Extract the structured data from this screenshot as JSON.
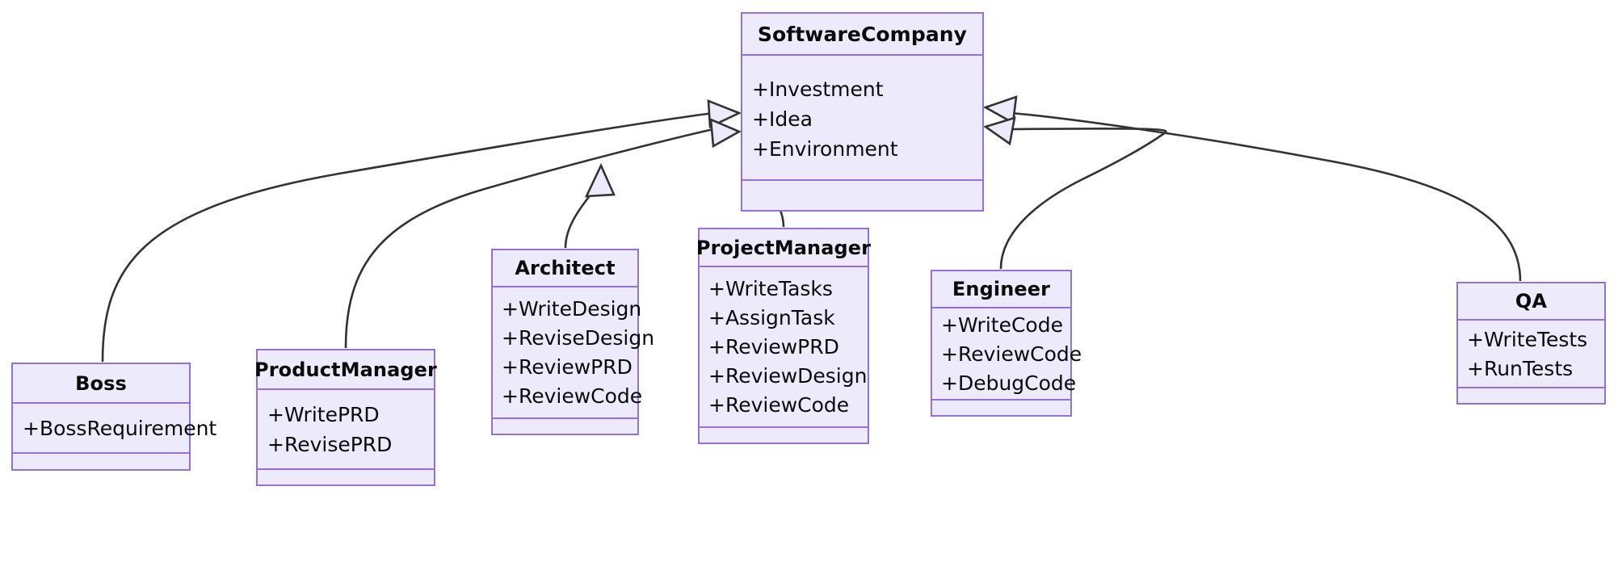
{
  "diagram": {
    "kind": "uml-class-diagram",
    "title": "",
    "colors": {
      "node_fill": "#ECEAFB",
      "node_border": "#9370DB",
      "edge_stroke": "#333333",
      "arrow_fill": "#ECEAFB",
      "text": "#0b0b0b",
      "background": "#ffffff"
    },
    "relationship_type": "generalization",
    "base_class": "SoftwareCompany"
  },
  "classes": {
    "software_company": {
      "name": "SoftwareCompany",
      "attributes": [
        "+Investment",
        "+Idea",
        "+Environment"
      ],
      "methods": []
    },
    "boss": {
      "name": "Boss",
      "attributes": [
        "+BossRequirement"
      ],
      "methods": []
    },
    "product_manager": {
      "name": "ProductManager",
      "attributes": [
        "+WritePRD",
        "+RevisePRD"
      ],
      "methods": []
    },
    "architect": {
      "name": "Architect",
      "attributes": [
        "+WriteDesign",
        "+ReviseDesign",
        "+ReviewPRD",
        "+ReviewCode"
      ],
      "methods": []
    },
    "project_manager": {
      "name": "ProjectManager",
      "attributes": [
        "+WriteTasks",
        "+AssignTask",
        "+ReviewPRD",
        "+ReviewDesign",
        "+ReviewCode"
      ],
      "methods": []
    },
    "engineer": {
      "name": "Engineer",
      "attributes": [
        "+WriteCode",
        "+ReviewCode",
        "+DebugCode"
      ],
      "methods": []
    },
    "qa": {
      "name": "QA",
      "attributes": [
        "+WriteTests",
        "+RunTests"
      ],
      "methods": []
    }
  },
  "edges": [
    {
      "from": "Boss",
      "to": "SoftwareCompany",
      "type": "generalization"
    },
    {
      "from": "ProductManager",
      "to": "SoftwareCompany",
      "type": "generalization"
    },
    {
      "from": "Architect",
      "to": "SoftwareCompany",
      "type": "generalization"
    },
    {
      "from": "ProjectManager",
      "to": "SoftwareCompany",
      "type": "generalization"
    },
    {
      "from": "Engineer",
      "to": "SoftwareCompany",
      "type": "generalization"
    },
    {
      "from": "QA",
      "to": "SoftwareCompany",
      "type": "generalization"
    }
  ]
}
